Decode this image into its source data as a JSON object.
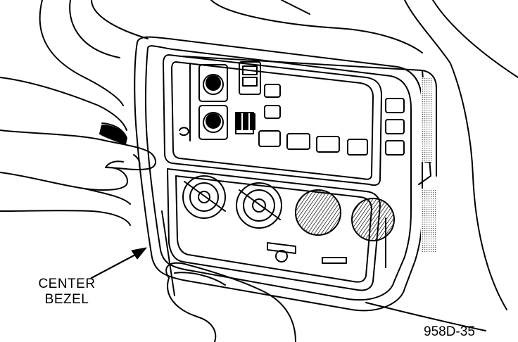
{
  "callout": {
    "line1": "CENTER",
    "line2": "BEZEL"
  },
  "figure_code": "958D-35",
  "colors": {
    "ink": "#000000",
    "paper": "#ffffff",
    "shade": "#9a9a9a"
  }
}
